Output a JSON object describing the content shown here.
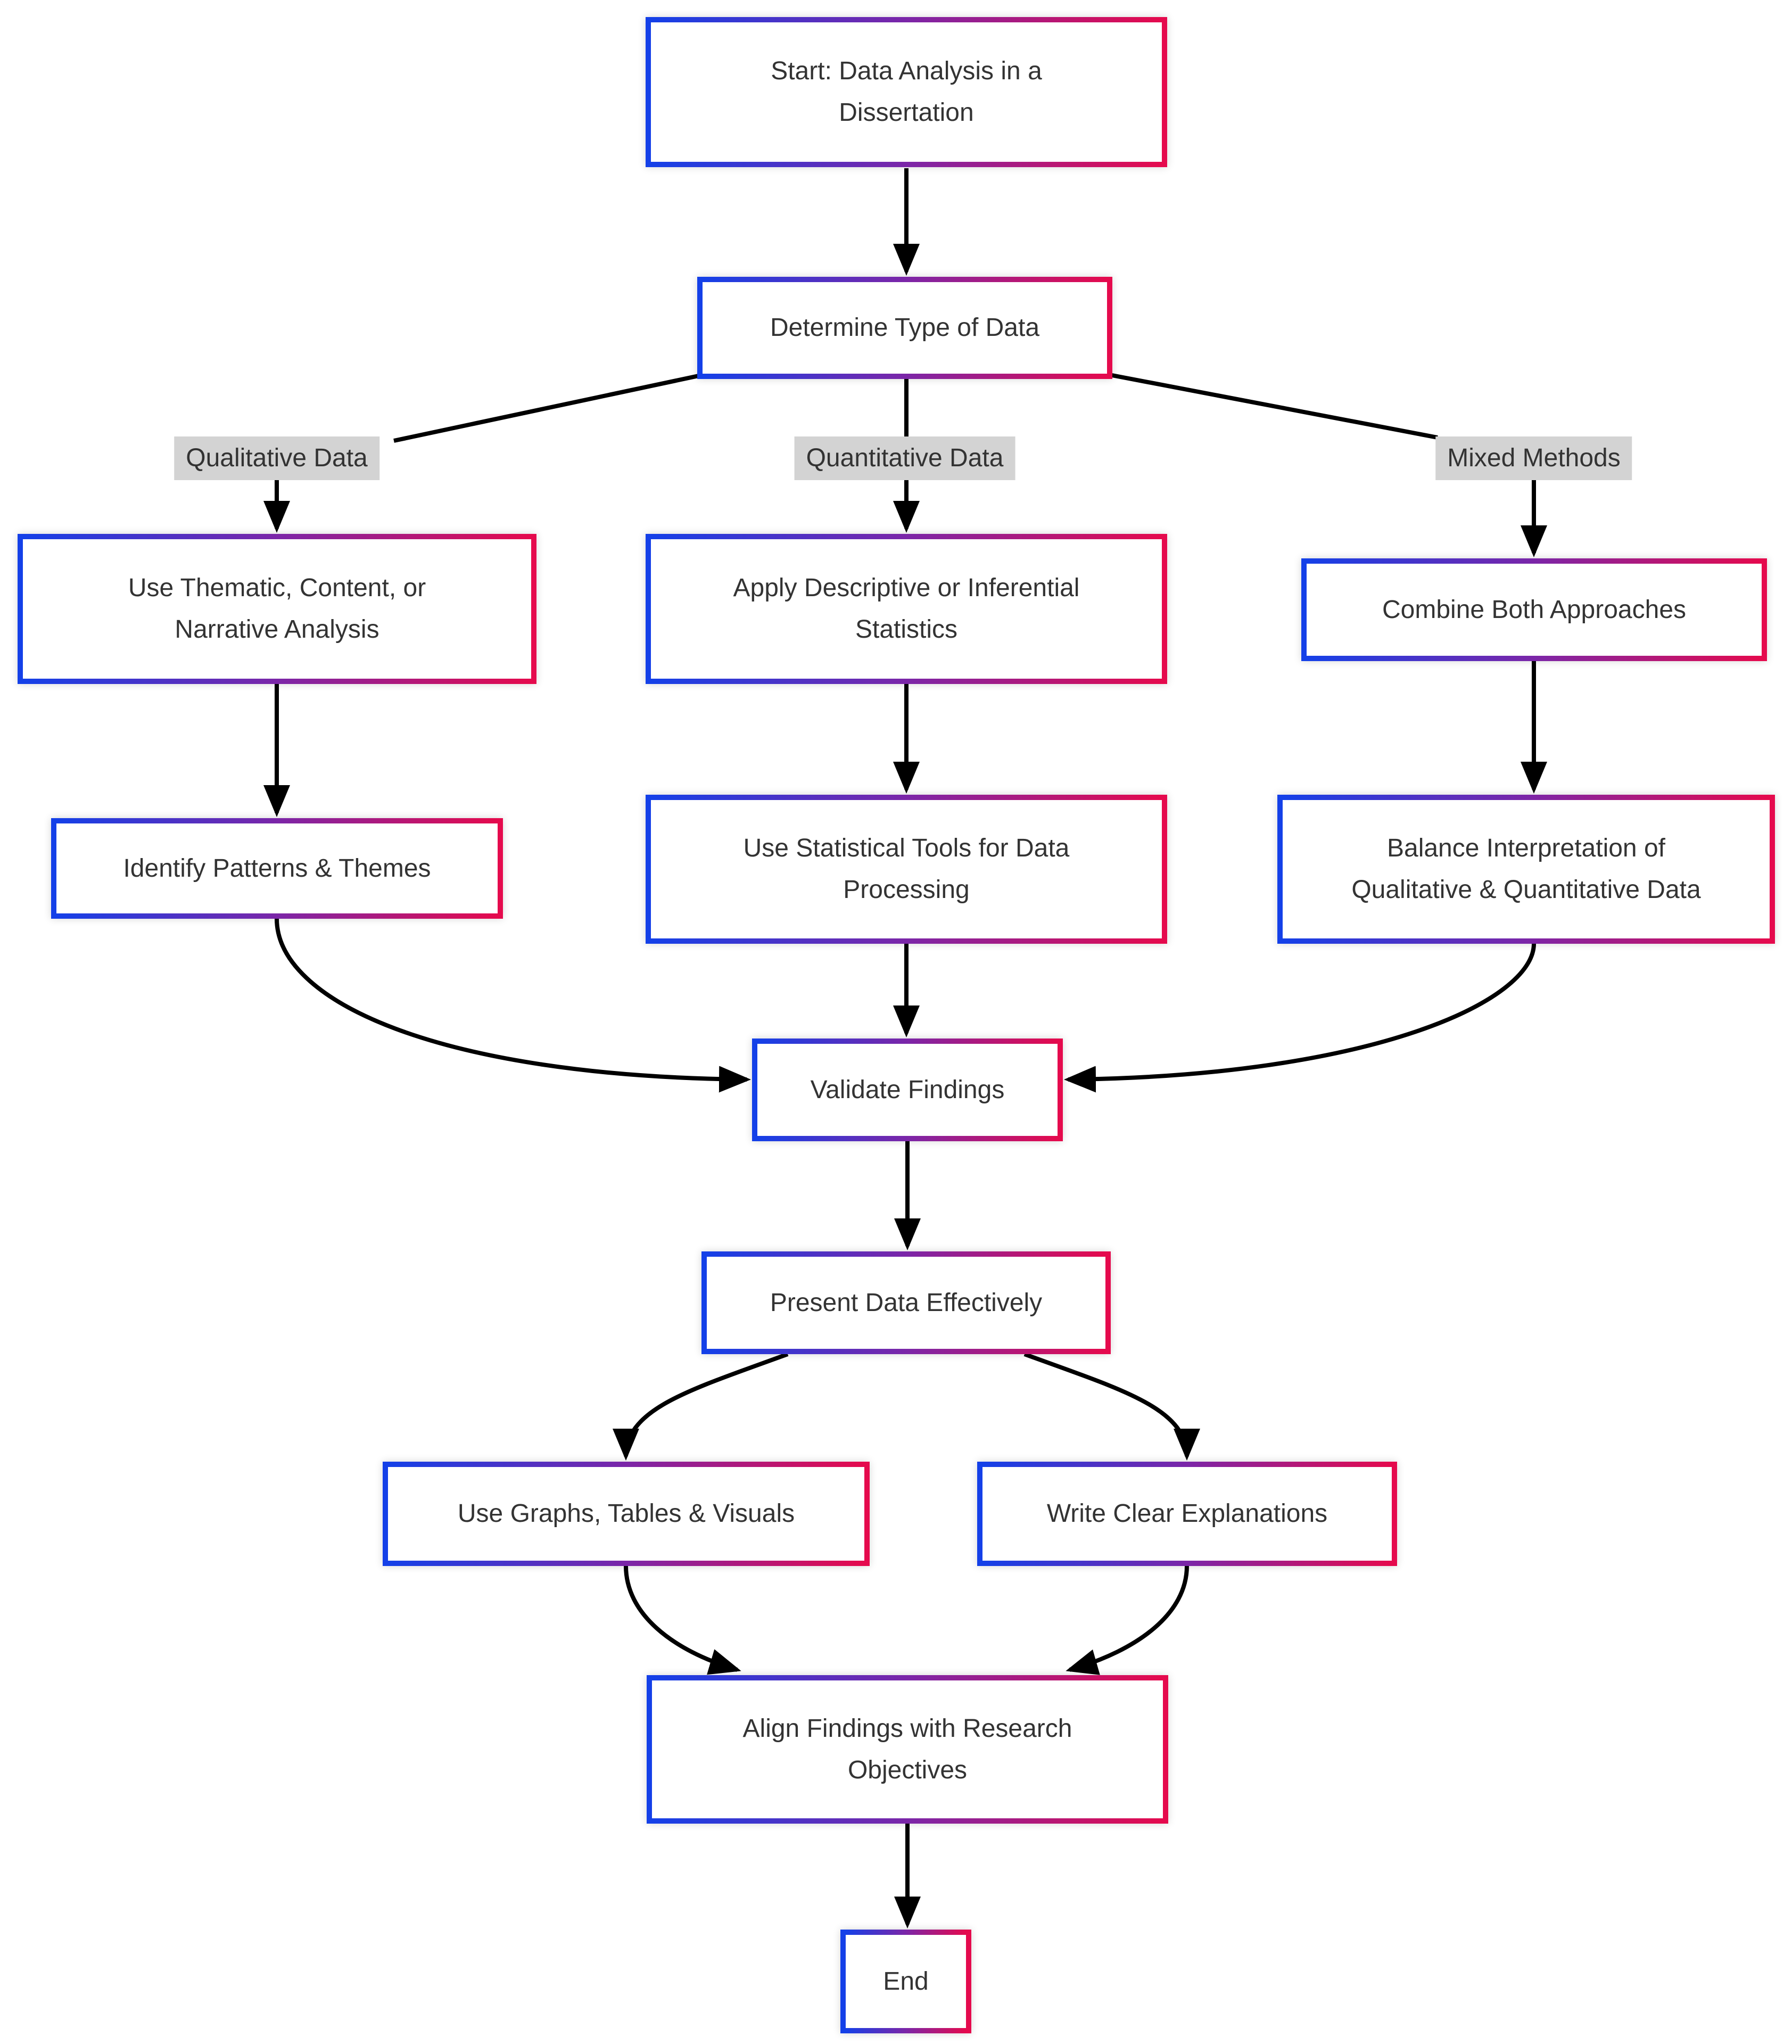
{
  "diagram": {
    "nodes": {
      "start": {
        "label": "Start: Data Analysis in a\nDissertation"
      },
      "determine": {
        "label": "Determine Type of Data"
      },
      "use_thematic": {
        "label": "Use Thematic, Content, or\nNarrative Analysis"
      },
      "apply_stats": {
        "label": "Apply Descriptive or Inferential\nStatistics"
      },
      "combine": {
        "label": "Combine Both Approaches"
      },
      "identify": {
        "label": "Identify Patterns & Themes"
      },
      "stat_tools": {
        "label": "Use Statistical Tools for Data\nProcessing"
      },
      "balance": {
        "label": "Balance Interpretation of\nQualitative & Quantitative Data"
      },
      "validate": {
        "label": "Validate Findings"
      },
      "present": {
        "label": "Present Data Effectively"
      },
      "graphs": {
        "label": "Use Graphs, Tables & Visuals"
      },
      "explanations": {
        "label": "Write Clear Explanations"
      },
      "align": {
        "label": "Align Findings with Research\nObjectives"
      },
      "end": {
        "label": "End"
      }
    },
    "edge_labels": {
      "qualitative": "Qualitative Data",
      "quantitative": "Quantitative Data",
      "mixed": "Mixed Methods"
    },
    "colors": {
      "border_gradient_start": "#1440e8",
      "border_gradient_mid": "#7b26a8",
      "border_gradient_end": "#e50a4d",
      "node_fill": "#ffffff",
      "edge_label_background": "#d3d3d3",
      "text": "#333333",
      "arrow": "#000000",
      "page_background": "#ffffff"
    }
  }
}
